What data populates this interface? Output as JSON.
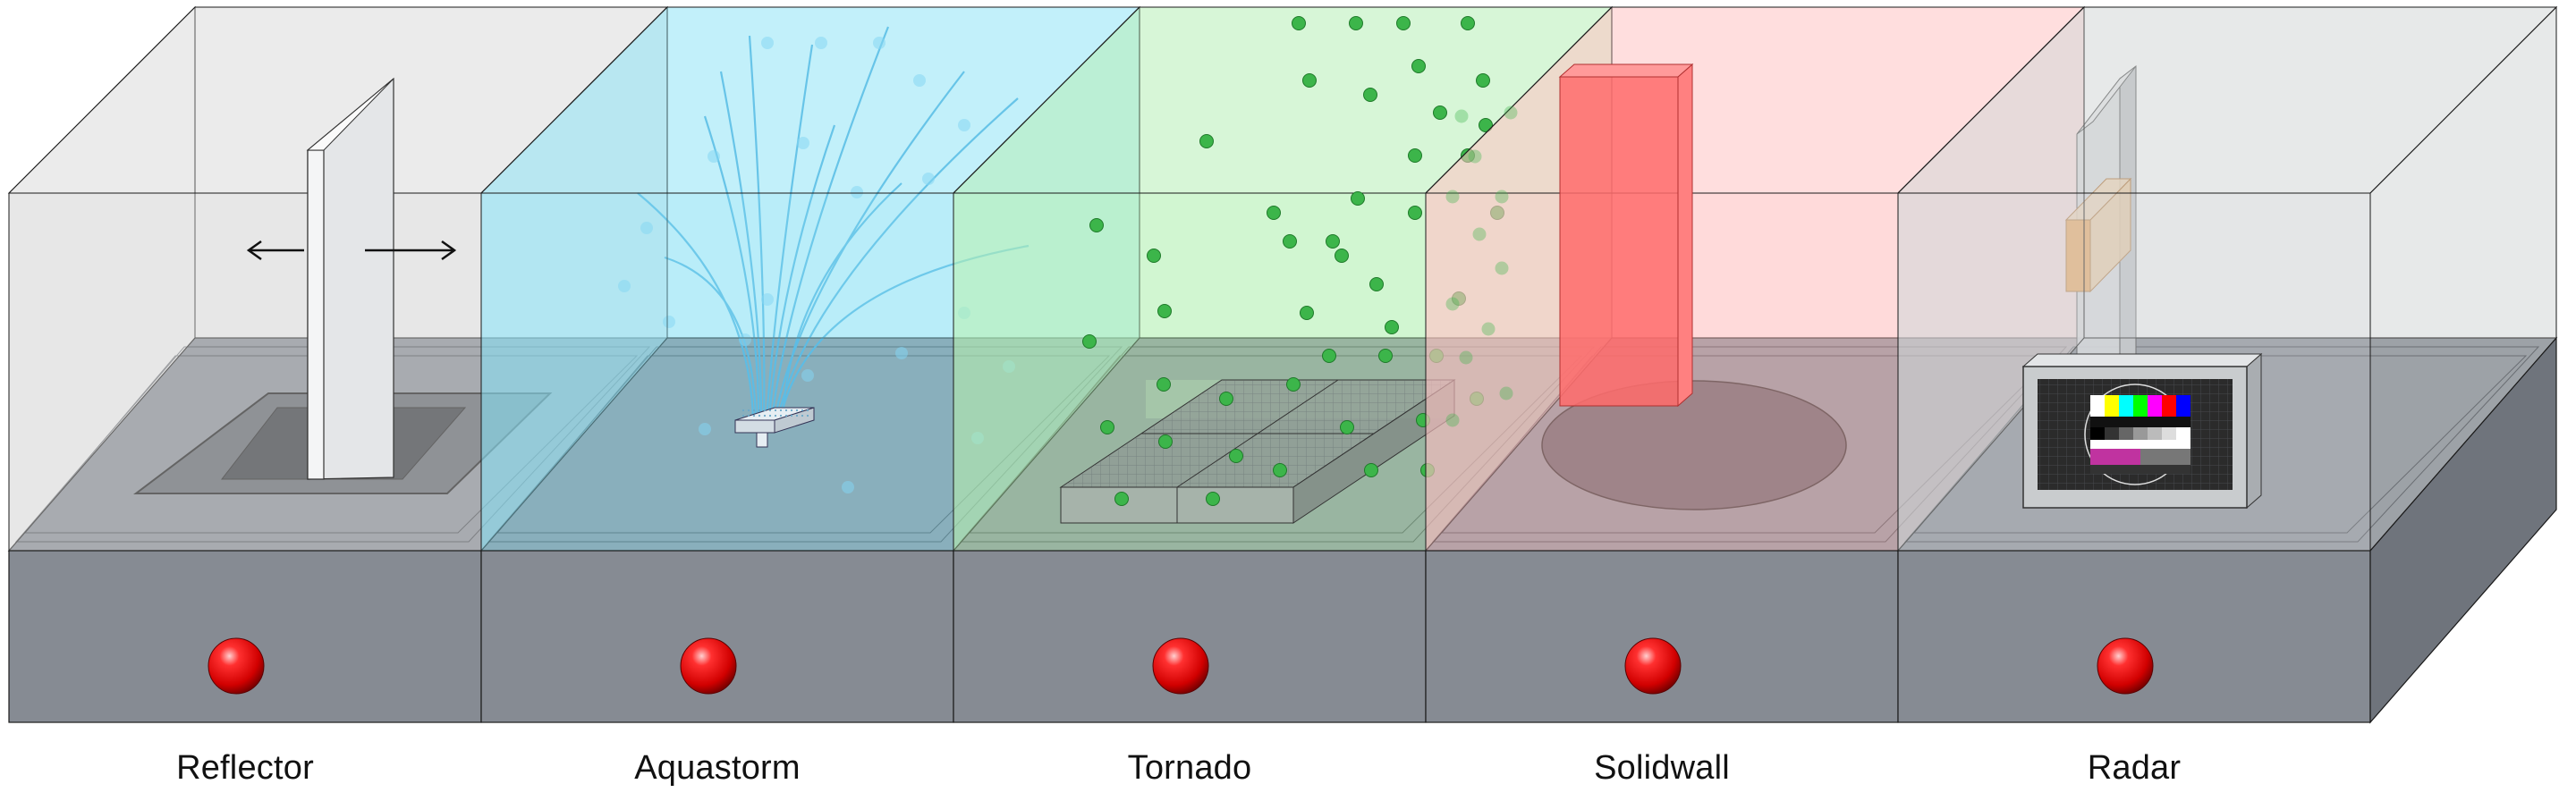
{
  "stages": [
    {
      "id": "reflector",
      "label": "Reflector",
      "tint": "#d9d9d9",
      "indicator": "#e30613"
    },
    {
      "id": "aquastorm",
      "label": "Aquastorm",
      "tint": "#8fe3f5",
      "indicator": "#e30613"
    },
    {
      "id": "tornado",
      "label": "Tornado",
      "tint": "#b5f0b5",
      "indicator": "#e30613"
    },
    {
      "id": "solidwall",
      "label": "Solidwall",
      "tint": "#ffc4c4",
      "indicator": "#e30613"
    },
    {
      "id": "radar",
      "label": "Radar",
      "tint": "#d5d7d8",
      "indicator": "#e30613"
    }
  ],
  "colors": {
    "base": "#868b93",
    "base_dark": "#6f747c",
    "edge": "#1a1a1a",
    "water": "#3aa0d8",
    "particle": "#3cb54a",
    "wall": "#ff6b6b",
    "screen_frame": "#c9ccce"
  },
  "icons": {
    "motion": "double-arrow-icon",
    "indicator": "red-light-icon",
    "monitor": "test-pattern-monitor-icon"
  }
}
